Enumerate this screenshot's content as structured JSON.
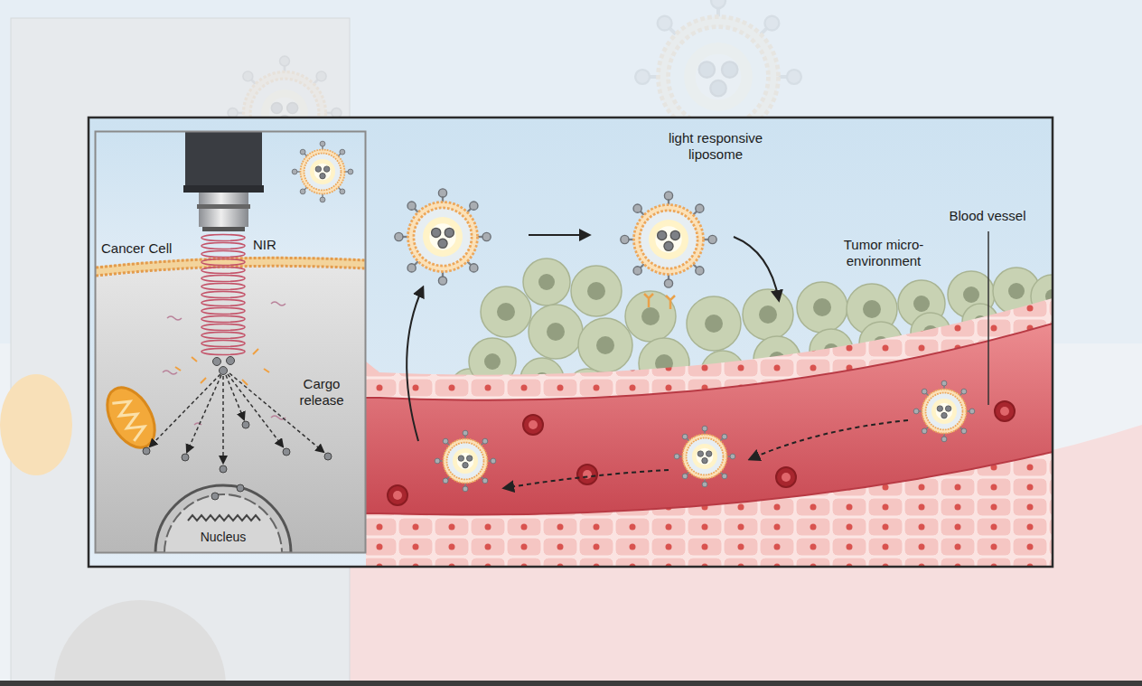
{
  "diagram": {
    "nodes": [
      {
        "text": [
          "Nucleus"
        ]
      }
    ],
    "labels": [
      "light responsive liposome",
      "Cancer Cell",
      "NIR",
      "Cargo release",
      "Tumor micro-environment",
      "Blood vessel"
    ]
  }
}
